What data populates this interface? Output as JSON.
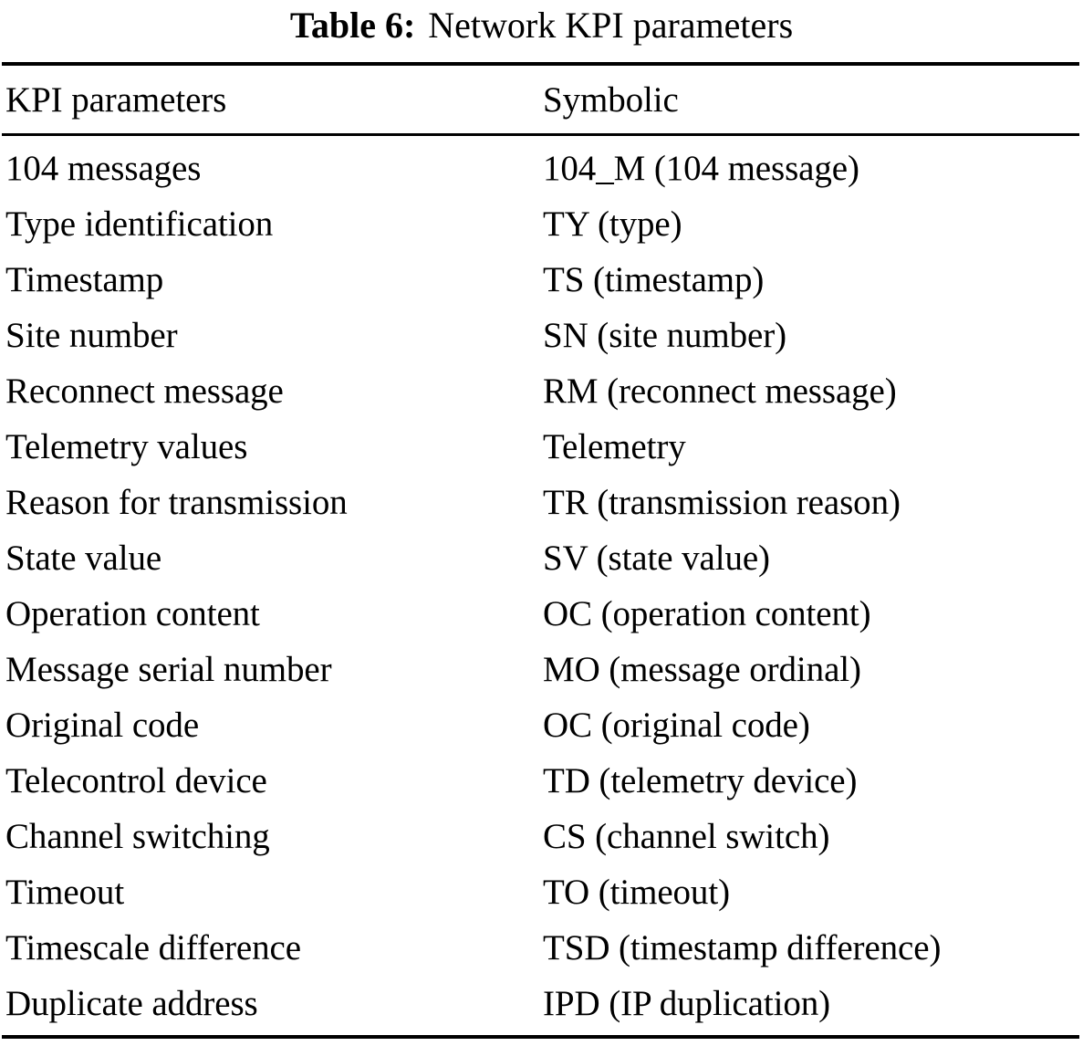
{
  "caption": {
    "label": "Table 6:",
    "text": "Network KPI parameters"
  },
  "table": {
    "columns": [
      {
        "key": "kpi",
        "header": "KPI parameters"
      },
      {
        "key": "symbolic",
        "header": "Symbolic"
      }
    ],
    "rows": [
      {
        "kpi": "104 messages",
        "symbolic": "104_M (104 message)"
      },
      {
        "kpi": "Type identification",
        "symbolic": "TY (type)"
      },
      {
        "kpi": "Timestamp",
        "symbolic": "TS (timestamp)"
      },
      {
        "kpi": "Site number",
        "symbolic": "SN (site number)"
      },
      {
        "kpi": "Reconnect message",
        "symbolic": "RM (reconnect message)"
      },
      {
        "kpi": "Telemetry values",
        "symbolic": "Telemetry"
      },
      {
        "kpi": "Reason for transmission",
        "symbolic": "TR (transmission reason)"
      },
      {
        "kpi": "State value",
        "symbolic": "SV (state value)"
      },
      {
        "kpi": "Operation content",
        "symbolic": "OC (operation content)"
      },
      {
        "kpi": "Message serial number",
        "symbolic": "MO (message ordinal)"
      },
      {
        "kpi": "Original code",
        "symbolic": "OC (original code)"
      },
      {
        "kpi": "Telecontrol device",
        "symbolic": "TD (telemetry device)"
      },
      {
        "kpi": "Channel switching",
        "symbolic": "CS (channel switch)"
      },
      {
        "kpi": "Timeout",
        "symbolic": "TO (timeout)"
      },
      {
        "kpi": "Timescale difference",
        "symbolic": "TSD (timestamp difference)"
      },
      {
        "kpi": "Duplicate address",
        "symbolic": "IPD (IP duplication)"
      }
    ]
  },
  "colors": {
    "text": "#000000",
    "rule": "#000000",
    "background": "#ffffff"
  }
}
